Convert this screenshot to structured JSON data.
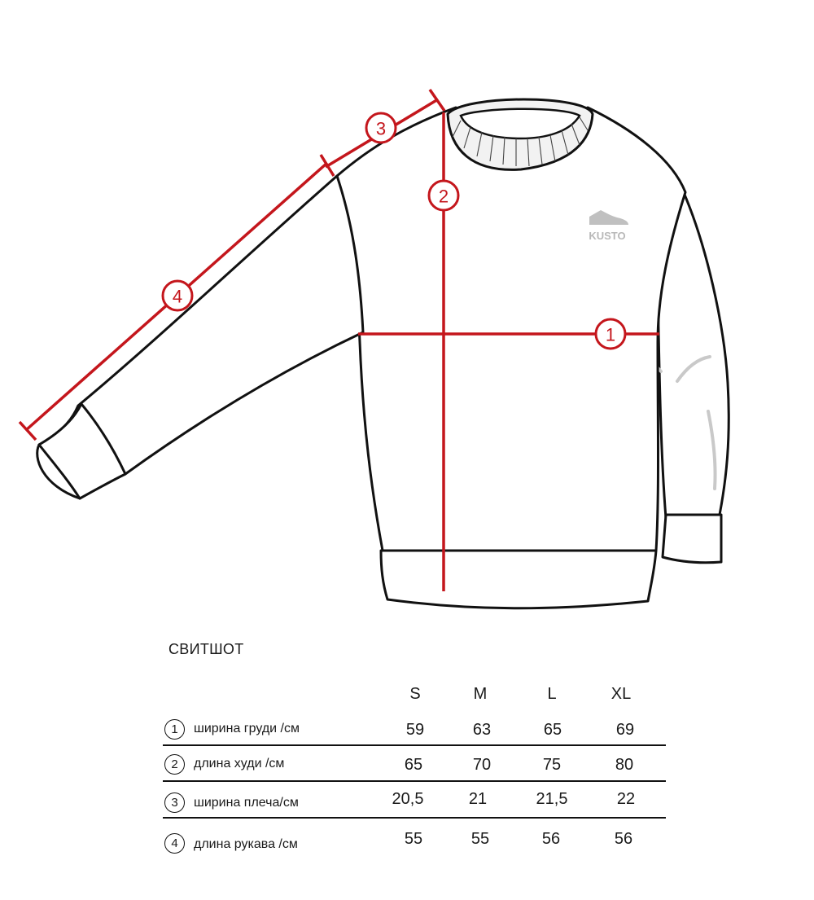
{
  "logo": {
    "text": "KUSTO"
  },
  "callouts": [
    "1",
    "2",
    "3",
    "4"
  ],
  "table": {
    "title": "СВИТШОТ",
    "sizes": [
      "S",
      "M",
      "L",
      "XL"
    ],
    "rows": [
      {
        "num": "1",
        "label": "ширина груди /см",
        "values": [
          "59",
          "63",
          "65",
          "69"
        ]
      },
      {
        "num": "2",
        "label": "длина худи /см",
        "values": [
          "65",
          "70",
          "75",
          "80"
        ]
      },
      {
        "num": "3",
        "label": "ширина плеча/см",
        "values": [
          "20,5",
          "21",
          "21,5",
          "22"
        ]
      },
      {
        "num": "4",
        "label": "длина рукава /см",
        "values": [
          "55",
          "55",
          "56",
          "56"
        ]
      }
    ]
  },
  "colors": {
    "accent": "#c4161c",
    "outline": "#111111"
  }
}
